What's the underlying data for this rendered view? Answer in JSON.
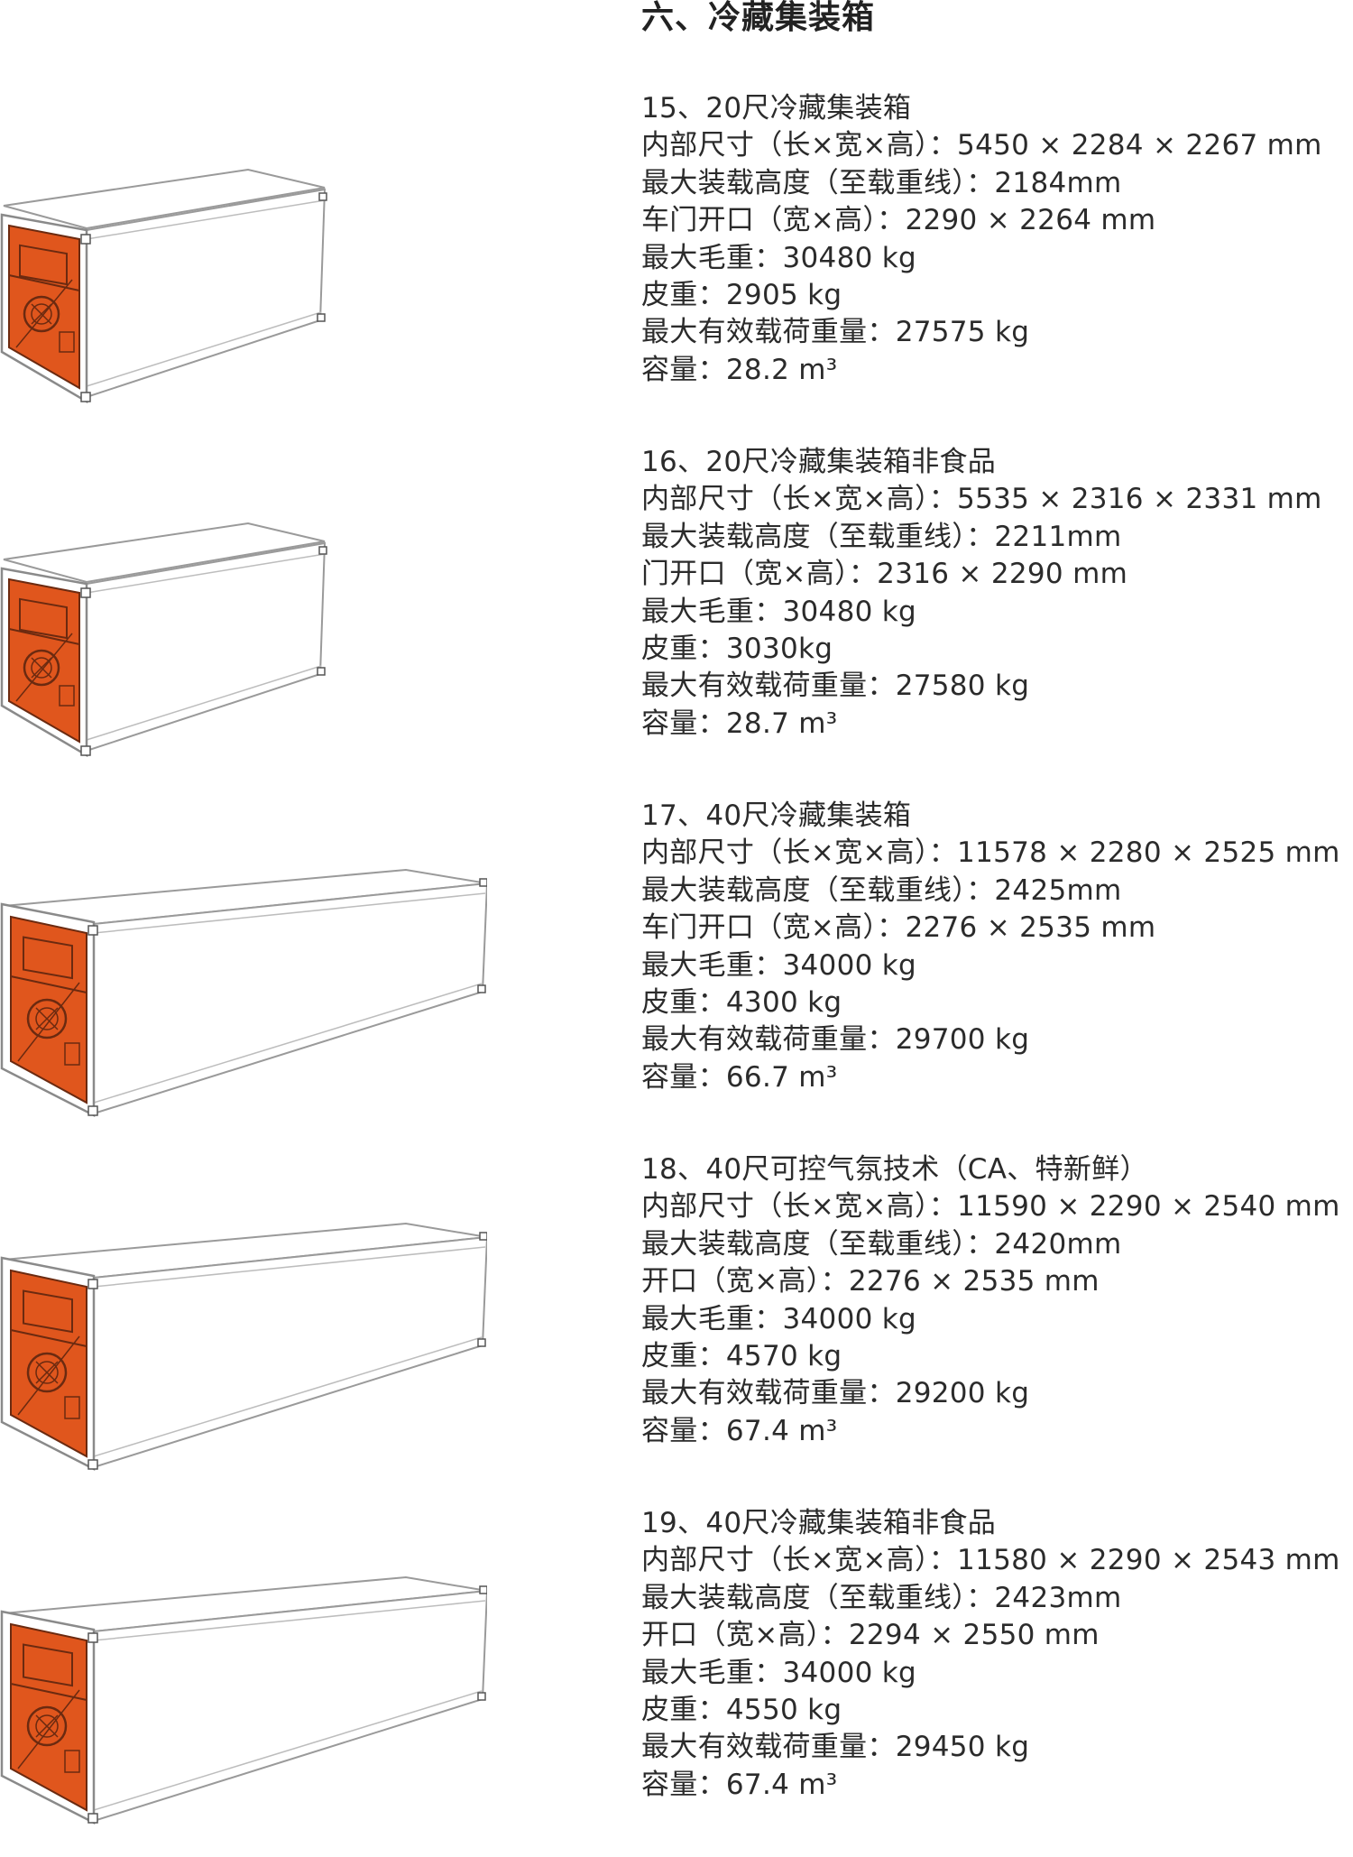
{
  "section_title": "六、冷藏集装箱",
  "colors": {
    "door_orange": "#e0561d",
    "outline": "#9a9a9a",
    "text": "#2b2b2b"
  },
  "entries": [
    {
      "title": "15、20尺冷藏集装箱",
      "image_icon": "20ft-reefer-container-icon",
      "specs": [
        "内部尺寸（长×宽×高）：5450 × 2284 × 2267 mm",
        "最大装载高度（至载重线）：2184mm",
        "车门开口（宽×高）：2290 × 2264 mm",
        "最大毛重：30480 kg",
        "皮重：2905 kg",
        "最大有效载荷重量：27575 kg",
        "容量：28.2 m³"
      ]
    },
    {
      "title": "16、20尺冷藏集装箱非食品",
      "image_icon": "20ft-reefer-container-icon",
      "specs": [
        "内部尺寸（长×宽×高）：5535 × 2316 × 2331 mm",
        "最大装载高度（至载重线）：2211mm",
        "门开口（宽×高）：2316 × 2290 mm",
        "最大毛重：30480 kg",
        "皮重：3030kg",
        "最大有效载荷重量：27580 kg",
        "容量：28.7 m³"
      ]
    },
    {
      "title": "17、40尺冷藏集装箱",
      "image_icon": "40ft-reefer-container-icon",
      "specs": [
        "内部尺寸（长×宽×高）：11578 × 2280 × 2525 mm",
        "最大装载高度（至载重线）：2425mm",
        "车门开口（宽×高）：2276 × 2535 mm",
        "最大毛重：34000 kg",
        "皮重：4300 kg",
        "最大有效载荷重量：29700 kg",
        "容量：66.7 m³"
      ]
    },
    {
      "title": "18、40尺可控气氛技术（CA、特新鲜）",
      "image_icon": "40ft-reefer-container-icon",
      "specs": [
        "内部尺寸（长×宽×高）：11590 × 2290 × 2540 mm",
        "最大装载高度（至载重线）：2420mm",
        "开口（宽×高）：2276 × 2535 mm",
        "最大毛重：34000 kg",
        "皮重：4570 kg",
        "最大有效载荷重量：29200 kg",
        "容量：67.4 m³"
      ]
    },
    {
      "title": "19、40尺冷藏集装箱非食品",
      "image_icon": "40ft-reefer-container-icon",
      "specs": [
        "内部尺寸（长×宽×高）：11580 × 2290 × 2543 mm",
        "最大装载高度（至载重线）：2423mm",
        "开口（宽×高）：2294 × 2550 mm",
        "最大毛重：34000 kg",
        "皮重：4550 kg",
        "最大有效载荷重量：29450 kg",
        "容量：67.4 m³"
      ]
    }
  ]
}
